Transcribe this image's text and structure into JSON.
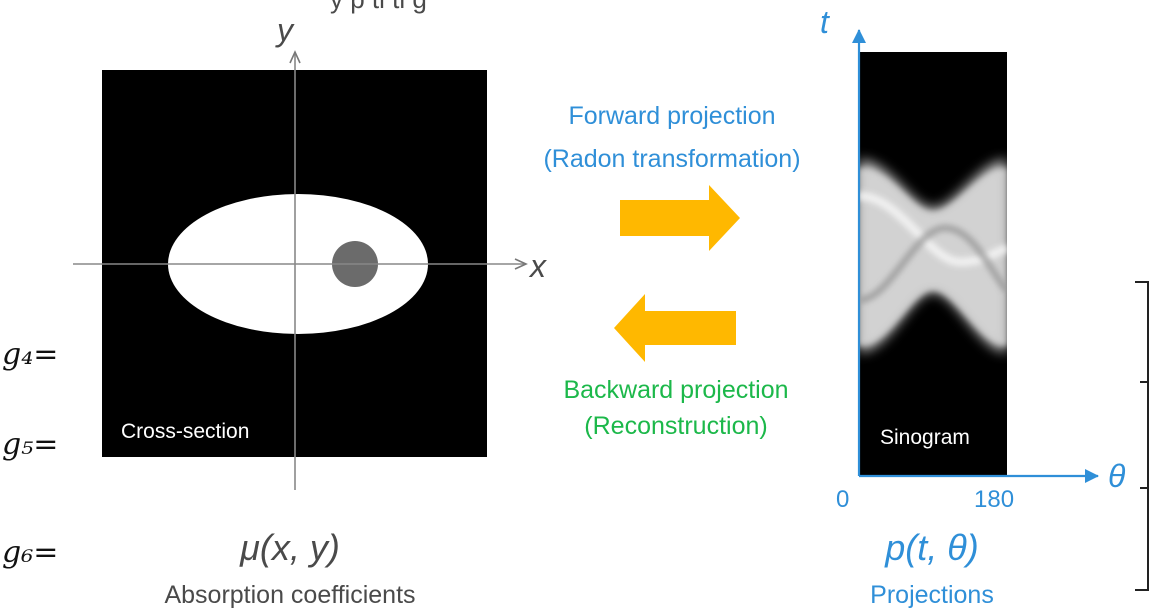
{
  "top_partial_text": "y p ti ti g",
  "cross_section": {
    "box_label": "Cross-section",
    "x_axis_label": "x",
    "y_axis_label": "y",
    "function_label": "μ(x, y)",
    "caption": "Absorption coefficients"
  },
  "forward": {
    "line1": "Forward projection",
    "line2": "(Radon transformation)"
  },
  "backward": {
    "line1": "Backward projection",
    "line2": "(Reconstruction)"
  },
  "sinogram": {
    "box_label": "Sinogram",
    "t_axis_label": "t",
    "theta_axis_label": "θ",
    "theta_tick_start": "0",
    "theta_tick_end": "180",
    "function_label": "p(t, θ)",
    "caption": "Projections"
  },
  "left_cut_labels": [
    "g₄=",
    "g₅=",
    "g₆="
  ],
  "colors": {
    "forward_text": "#2f8fd8",
    "backward_text": "#1cb84a",
    "arrow": "#ffb800",
    "axis_blue": "#2f8fd8"
  }
}
